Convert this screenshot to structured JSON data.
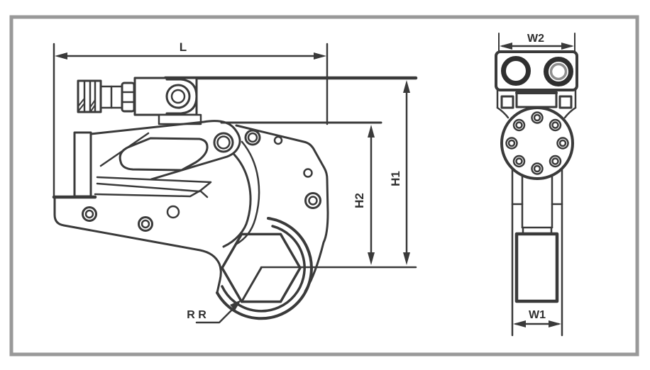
{
  "drawing": {
    "colors": {
      "background": "#ffffff",
      "frame": "#999999",
      "line": "#3a3a3a",
      "dark": "#2f2f2f",
      "port_ring_dark": "#2f2f2f",
      "port_ring_gray": "#8d8d8d"
    },
    "labels": {
      "length": "L",
      "height_overall": "H1",
      "height_to_center": "H2",
      "head_width": "W2",
      "body_width": "W1",
      "radius_note": "R R"
    }
  }
}
